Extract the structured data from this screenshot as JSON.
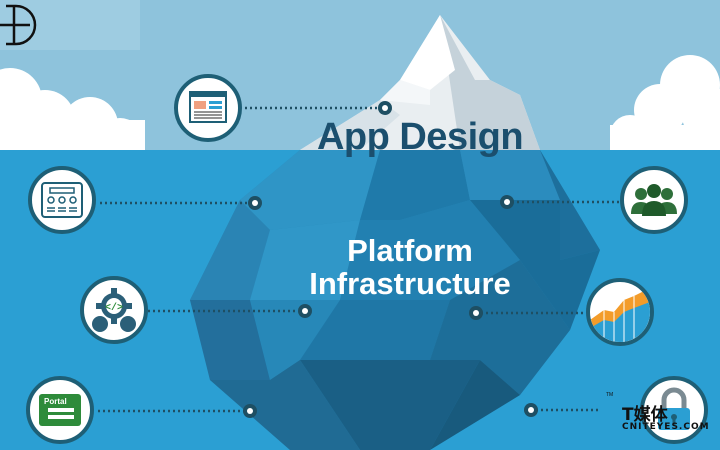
{
  "heading_above": "App Design",
  "heading_below_line1": "Platform",
  "heading_below_line2": "Infrastructure",
  "icons": {
    "top": "webpage-layout-icon",
    "left_1": "dashboard-icon",
    "left_2": "code-gears-icon",
    "left_3": "portal-login-icon",
    "right_1": "people-group-icon",
    "right_2": "chart-area-icon",
    "right_3": "padlock-icon"
  },
  "portal_label": "Portal",
  "watermark": {
    "cn": "T媒体",
    "en": "CNITEYES.COM",
    "tm": "TM"
  },
  "colors": {
    "sky": "#8ec3dc",
    "water": "#2b9fd3",
    "ice_light": "#ffffff",
    "ice_dark": "#1e5f76",
    "heading_dark": "#1b4f6e"
  }
}
